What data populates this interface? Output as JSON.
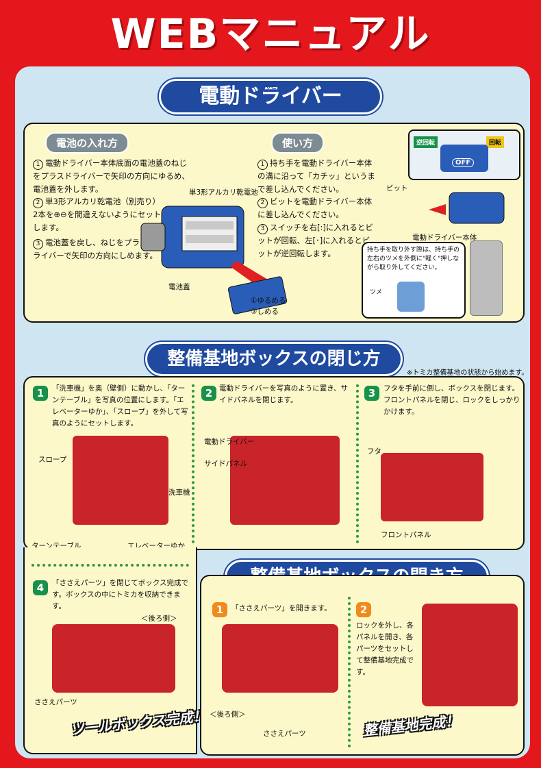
{
  "page_title": "WEBマニュアル",
  "driver_section": {
    "ruby": "でんどう",
    "title": "電動ドライバー",
    "battery": {
      "heading": "電池の入れ方",
      "steps": [
        "電動ドライバー本体底面の電池蓋のねじをプラスドライバーで矢印の方向にゆるめ、電池蓋を外します。",
        "単3形アルカリ乾電池（別売り）2本を⊕⊖を間違えないようにセットします。",
        "電池蓋を戻し、ねじをプラスドライバーで矢印の方向にしめます。"
      ],
      "labels": {
        "battery": "単3形アルカリ乾電池",
        "lid": "電池蓋",
        "loosen": "①ゆるめる",
        "tighten": "③しめる"
      }
    },
    "usage": {
      "heading": "使い方",
      "steps": [
        "持ち手を電動ドライバー本体の溝に沿って「カチッ」というまで差し込んでください。",
        "ビットを電動ドライバー本体に差し込んでください。",
        "スイッチを右[:]に入れるとビットが回転、左[･]に入れるとビットが逆回転します。"
      ],
      "switch": {
        "reverse": "逆回転",
        "off": "OFF",
        "rotate": "回転"
      },
      "labels": {
        "bit": "ビット",
        "body": "電動ドライバー本体",
        "tab": "ツメ"
      },
      "note": "持ち手を取り外す際は、持ち手の左右のツメを外側に\"軽く\"押しながら取り外してください。"
    }
  },
  "close_section": {
    "title": "整備基地ボックスの閉じ方",
    "note": "※トミカ整備基地の状態から始めます。",
    "steps": [
      {
        "num": "1",
        "text": "「洗車機」を奥（壁側）に動かし、「ターンテーブル」を写真の位置にします。「エレベーターゆか」、「スロープ」を外して写真のようにセットします。"
      },
      {
        "num": "2",
        "text": "電動ドライバーを写真のように置き、サイドパネルを閉じます。"
      },
      {
        "num": "3",
        "text": "フタを手前に倒し、ボックスを閉じます。フロントパネルを閉じ、ロックをしっかりかけます。"
      },
      {
        "num": "4",
        "text": "「ささえパーツ」を閉じてボックス完成です。ボックスの中にトミカを収納できます。"
      }
    ],
    "labels": {
      "slope": "スロープ",
      "car_wash": "洗車機",
      "turntable": "ターンテーブル",
      "elevator": "エレベーターゆか",
      "driver": "電動ドライバー",
      "side_panel": "サイドパネル",
      "lid": "フタ",
      "front_panel": "フロントパネル",
      "back": "＜後ろ側＞",
      "support": "ささえパーツ"
    },
    "complete": "ツールボックス完成！"
  },
  "open_section": {
    "title": "整備基地ボックスの開き方",
    "steps": [
      {
        "num": "1",
        "text": "「ささえパーツ」を開きます。"
      },
      {
        "num": "2",
        "text": "ロックを外し、各パネルを開き、各パーツをセットして整備基地完成です。"
      }
    ],
    "labels": {
      "back": "＜後ろ側＞",
      "support": "ささえパーツ"
    },
    "complete": "整備基地完成！"
  },
  "colors": {
    "frame": "#e3171c",
    "navy": "#1f4aa0",
    "panel": "#fcf8c9",
    "bg": "#cfe6f2",
    "green": "#18914a"
  }
}
